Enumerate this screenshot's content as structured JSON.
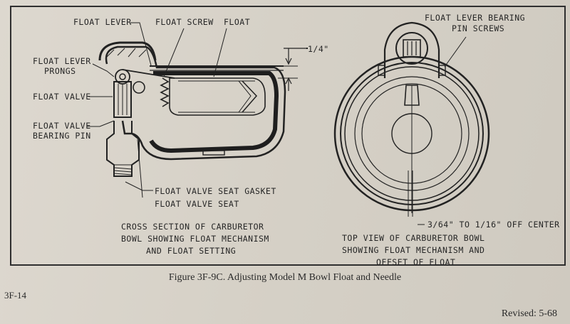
{
  "labels": {
    "float_lever": "FLOAT LEVER",
    "float_screw": "FLOAT SCREW",
    "float": "FLOAT",
    "quarter_inch": "1/4\"",
    "float_lever_prongs_1": "FLOAT LEVER",
    "float_lever_prongs_2": "PRONGS",
    "float_valve": "FLOAT VALVE",
    "float_valve_bearing_pin_1": "FLOAT VALVE",
    "float_valve_bearing_pin_2": "BEARING PIN",
    "float_valve_seat_gasket": "FLOAT VALVE SEAT GASKET",
    "float_valve_seat": "FLOAT VALVE SEAT",
    "bearing_pin_screws_1": "FLOAT LEVER BEARING",
    "bearing_pin_screws_2": "PIN SCREWS",
    "off_center": "3/64\" TO 1/16\" OFF CENTER"
  },
  "subcaptions": {
    "cross_section_1": "CROSS SECTION OF CARBURETOR",
    "cross_section_2": "BOWL SHOWING FLOAT MECHANISM",
    "cross_section_3": "AND FLOAT SETTING",
    "top_view_1": "TOP VIEW OF CARBURETOR BOWL",
    "top_view_2": "SHOWING FLOAT MECHANISM AND",
    "top_view_3": "OFFSET OF FLOAT"
  },
  "caption": "Figure 3F-9C.  Adjusting Model M Bowl Float and Needle",
  "page_number": "3F-14",
  "revised": "Revised:  5-68"
}
